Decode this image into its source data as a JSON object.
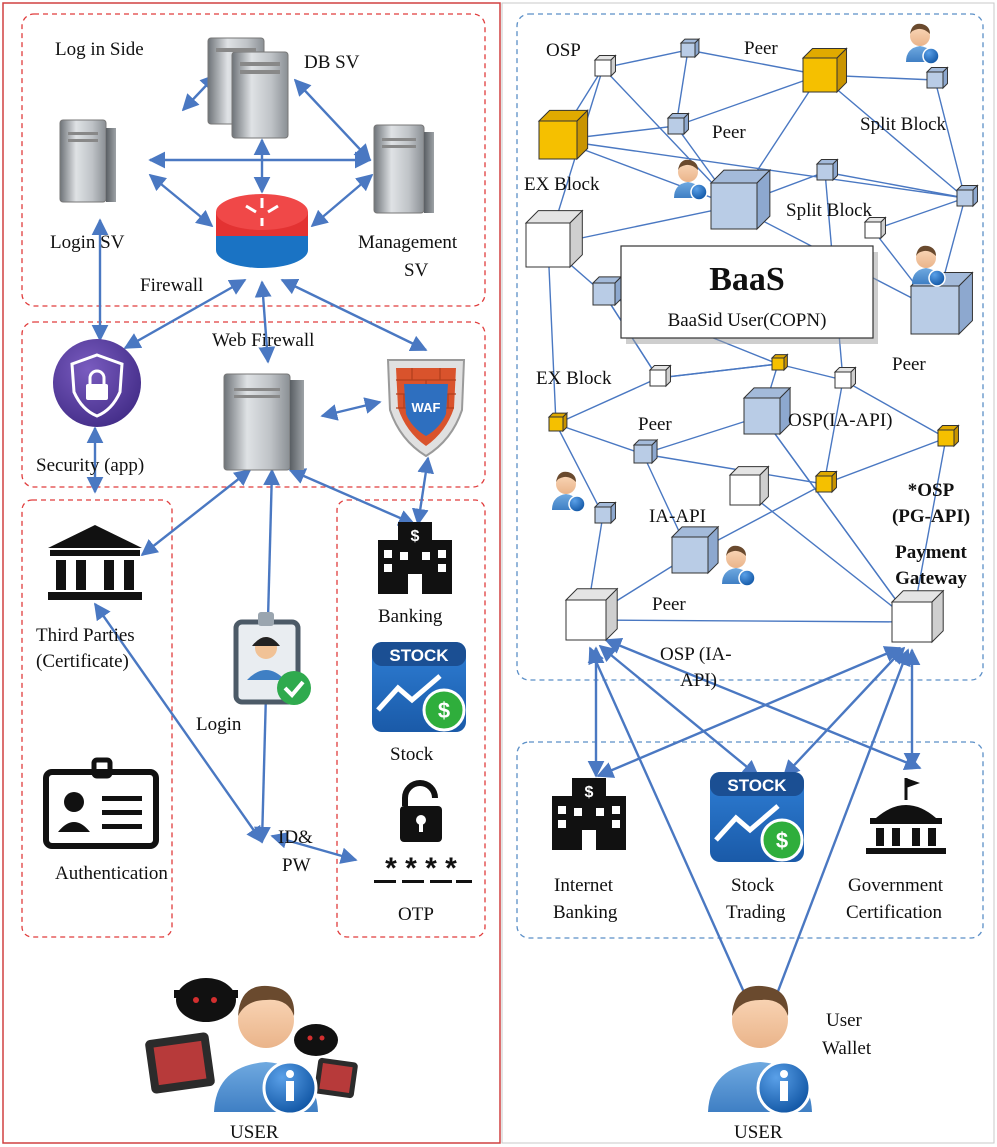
{
  "left": {
    "zone_login_side": "Log in Side",
    "db_sv": "DB SV",
    "login_sv": "Login SV",
    "management_sv_line1": "Management",
    "management_sv_line2": "SV",
    "firewall": "Firewall",
    "web_firewall": "Web Firewall",
    "security_app": "Security (app)",
    "waf_badge": "WAF",
    "third_parties_line1": "Third Parties",
    "third_parties_line2": "(Certificate)",
    "authentication": "Authentication",
    "login": "Login",
    "id_pw_line1": "ID&",
    "id_pw_line2": "PW",
    "banking": "Banking",
    "stock": "Stock",
    "stock_badge": "STOCK",
    "otp": "OTP",
    "otp_stars": "* * * *",
    "user": "USER"
  },
  "right": {
    "osp": "OSP",
    "peer_top": "Peer",
    "peer_2": "Peer",
    "split_block_1": "Split Block",
    "split_block_2": "Split Block",
    "ex_block_1": "EX Block",
    "ex_block_2": "EX Block",
    "baas_title": "BaaS",
    "baas_subtitle": "BaaSid User(COPN)",
    "peer_right": "Peer",
    "peer_mid": "Peer",
    "osp_ia_api": "OSP(IA-API)",
    "ia_api": "IA-API",
    "peer_low": "Peer",
    "osp_pg_line1": "*OSP",
    "osp_pg_line2": "(PG-API)",
    "osp_pg_line3": "Payment",
    "osp_pg_line4": "Gateway",
    "osp_ia_bottom_line1": "OSP (IA-",
    "osp_ia_bottom_line2": "API)",
    "internet_banking_line1": "Internet",
    "internet_banking_line2": "Banking",
    "stock_badge": "STOCK",
    "stock_trading_line1": "Stock",
    "stock_trading_line2": "Trading",
    "gov_cert_line1": "Government",
    "gov_cert_line2": "Certification",
    "user_wallet_line1": "User",
    "user_wallet_line2": "Wallet",
    "user": "USER"
  },
  "colors": {
    "arrow_blue": "#4a78c2",
    "left_border_red": "#d04040",
    "right_border_blue": "#5b8fc7",
    "peer_block_blue": "#b9cce6",
    "ex_block_gold": "#f5c000"
  }
}
